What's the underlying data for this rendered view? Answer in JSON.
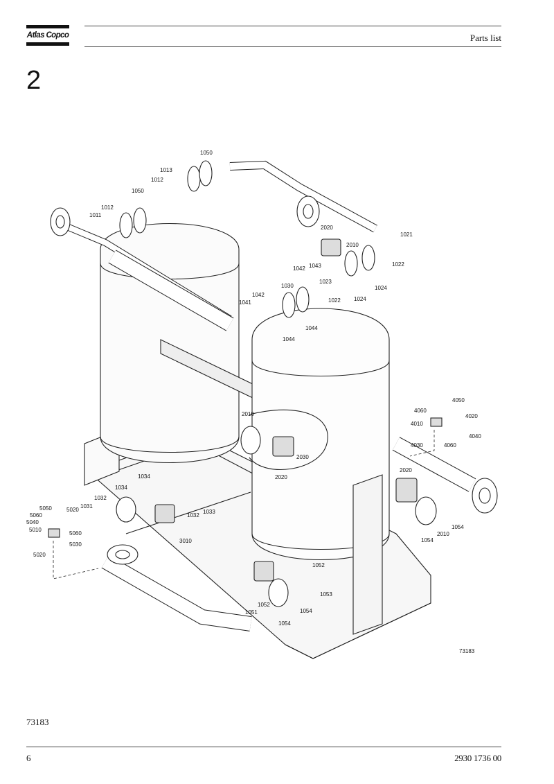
{
  "header": {
    "logo_text": "Atlas Copco",
    "title": "Parts list"
  },
  "section": {
    "number": "2"
  },
  "drawing": {
    "drawing_id": "73183",
    "callouts": [
      {
        "id": "c1050a",
        "label": "1050"
      },
      {
        "id": "c1013",
        "label": "1013"
      },
      {
        "id": "c1012a",
        "label": "1012"
      },
      {
        "id": "c1050b",
        "label": "1050"
      },
      {
        "id": "c1012b",
        "label": "1012"
      },
      {
        "id": "c1011",
        "label": "1011"
      },
      {
        "id": "c2020a",
        "label": "2020"
      },
      {
        "id": "c1021",
        "label": "1021"
      },
      {
        "id": "c2010a",
        "label": "2010"
      },
      {
        "id": "c1022a",
        "label": "1022"
      },
      {
        "id": "c1042a",
        "label": "1042"
      },
      {
        "id": "c1043",
        "label": "1043"
      },
      {
        "id": "c1023",
        "label": "1023"
      },
      {
        "id": "c1024a",
        "label": "1024"
      },
      {
        "id": "c1030",
        "label": "1030"
      },
      {
        "id": "c1022b",
        "label": "1022"
      },
      {
        "id": "c1024b",
        "label": "1024"
      },
      {
        "id": "c1042b",
        "label": "1042"
      },
      {
        "id": "c1041",
        "label": "1041"
      },
      {
        "id": "c1044a",
        "label": "1044"
      },
      {
        "id": "c1044b",
        "label": "1044"
      },
      {
        "id": "c4050",
        "label": "4050"
      },
      {
        "id": "c4060a",
        "label": "4060"
      },
      {
        "id": "c4020",
        "label": "4020"
      },
      {
        "id": "c4010",
        "label": "4010"
      },
      {
        "id": "c4040",
        "label": "4040"
      },
      {
        "id": "c4030",
        "label": "4030"
      },
      {
        "id": "c4060b",
        "label": "4060"
      },
      {
        "id": "c2010b",
        "label": "2010"
      },
      {
        "id": "c2030",
        "label": "2030"
      },
      {
        "id": "c2020b",
        "label": "2020"
      },
      {
        "id": "c2020c",
        "label": "2020"
      },
      {
        "id": "c1054a",
        "label": "1054"
      },
      {
        "id": "c2010c",
        "label": "2010"
      },
      {
        "id": "c1054b",
        "label": "1054"
      },
      {
        "id": "c1034a",
        "label": "1034"
      },
      {
        "id": "c1034b",
        "label": "1034"
      },
      {
        "id": "c1032a",
        "label": "1032"
      },
      {
        "id": "c1031",
        "label": "1031"
      },
      {
        "id": "c1032b",
        "label": "1032"
      },
      {
        "id": "c1033",
        "label": "1033"
      },
      {
        "id": "c3010",
        "label": "3010"
      },
      {
        "id": "c5050",
        "label": "5050"
      },
      {
        "id": "c5060a",
        "label": "5060"
      },
      {
        "id": "c5020a",
        "label": "5020"
      },
      {
        "id": "c5040",
        "label": "5040"
      },
      {
        "id": "c5010",
        "label": "5010"
      },
      {
        "id": "c5060b",
        "label": "5060"
      },
      {
        "id": "c5030",
        "label": "5030"
      },
      {
        "id": "c5020b",
        "label": "5020"
      },
      {
        "id": "c1052a",
        "label": "1052"
      },
      {
        "id": "c1053",
        "label": "1053"
      },
      {
        "id": "c1052b",
        "label": "1052"
      },
      {
        "id": "c1051",
        "label": "1051"
      },
      {
        "id": "c1054c",
        "label": "1054"
      },
      {
        "id": "c1054d",
        "label": "1054"
      }
    ]
  },
  "footer": {
    "figure_ref": "73183",
    "page_number": "6",
    "doc_number": "2930 1736 00"
  }
}
